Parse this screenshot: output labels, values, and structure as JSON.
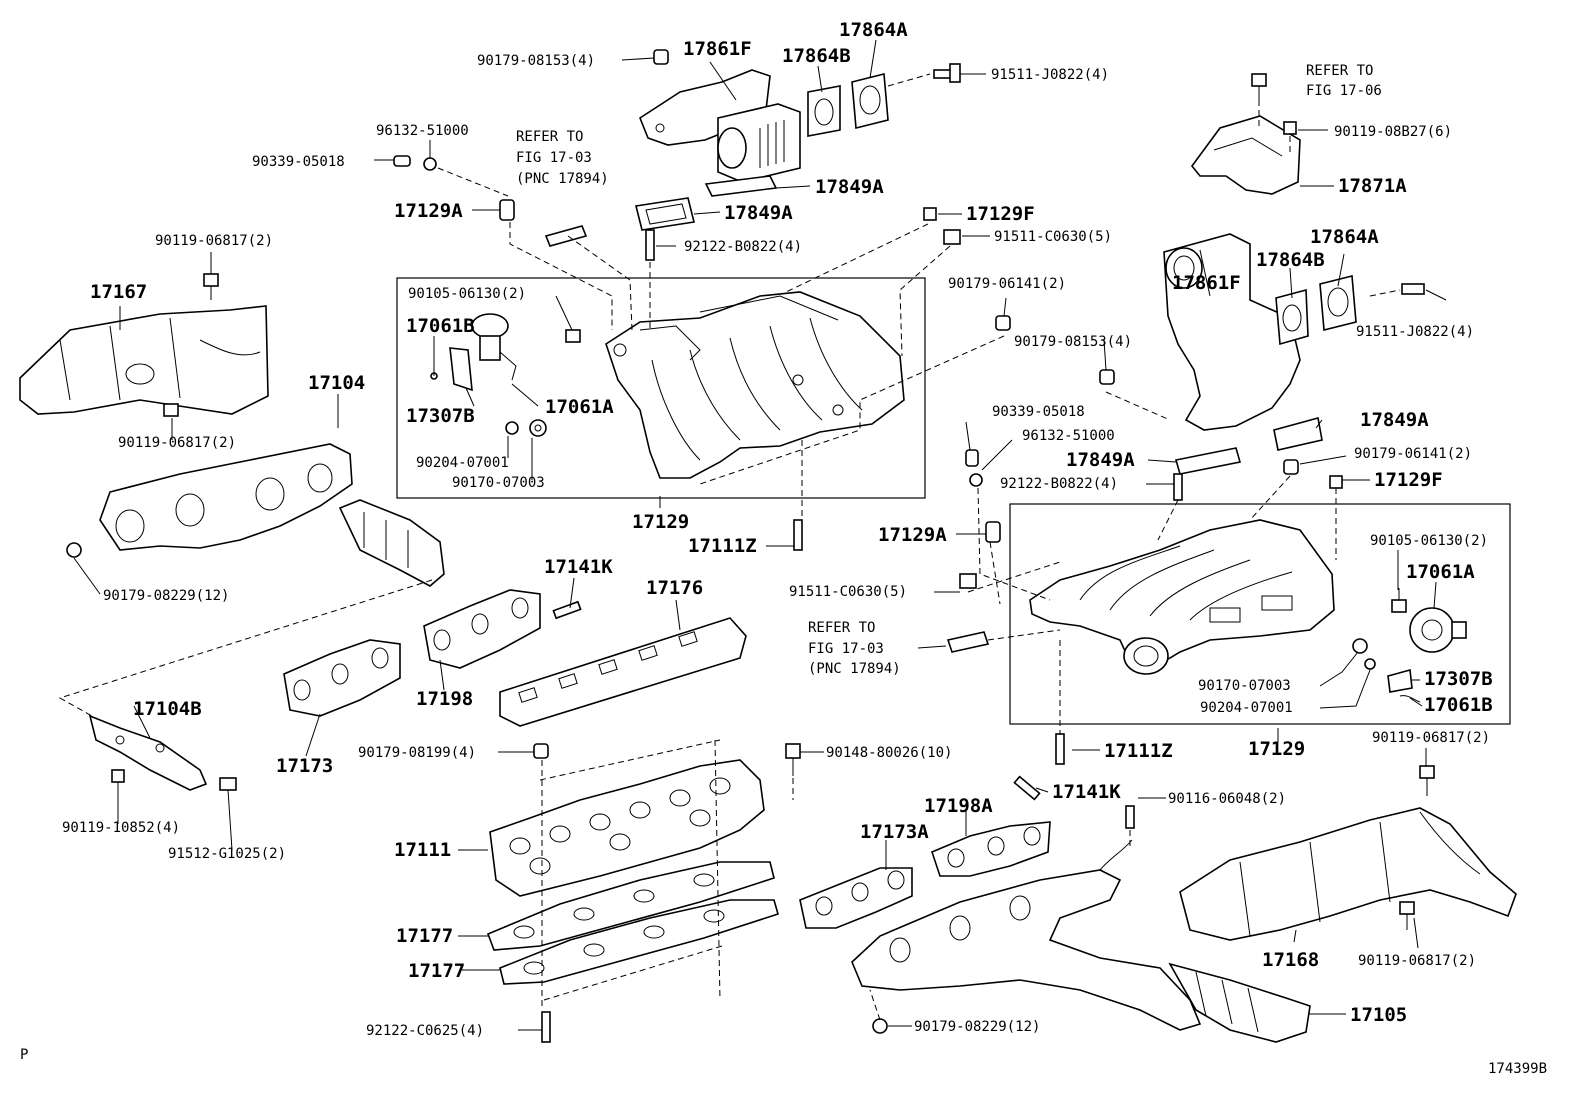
{
  "labels": {
    "l01": "90179-08153(4)",
    "l02": "17861F",
    "l03": "17864B",
    "l04": "17864A",
    "l05": "91511-J0822(4)",
    "l06": "REFER TO",
    "l07": "FIG 17-06",
    "l08": "90119-08B27(6)",
    "l09": "17871A",
    "l10": "96132-51000",
    "l11": "90339-05018",
    "l12": "REFER TO",
    "l13": "FIG 17-03",
    "l14": "(PNC 17894)",
    "l15": "17849A",
    "l16": "17849A",
    "l17": "17129A",
    "l18": "17129F",
    "l19": "91511-C0630(5)",
    "l20": "92122-B0822(4)",
    "l21": "90119-06817(2)",
    "l22": "17864A",
    "l23": "17167",
    "l24": "90105-06130(2)",
    "l25": "90179-06141(2)",
    "l26": "17861F",
    "l27": "17864B",
    "l28": "91511-J0822(4)",
    "l29": "17061B",
    "l30": "90179-08153(4)",
    "l31": "17307B",
    "l32": "17061A",
    "l33": "17104",
    "l34": "90119-06817(2)",
    "l35": "90339-05018",
    "l36": "17849A",
    "l37": "96132-51000",
    "l38": "90204-07001",
    "l39": "17849A",
    "l40": "90179-06141(2)",
    "l41": "90170-07003",
    "l42": "92122-B0822(4)",
    "l43": "17129F",
    "l44": "17129",
    "l45": "17111Z",
    "l46": "17129A",
    "l47": "90105-06130(2)",
    "l48": "90179-08229(12)",
    "l49": "17141K",
    "l50": "17176",
    "l51": "91511-C0630(5)",
    "l52": "17061A",
    "l53": "REFER TO",
    "l54": "FIG 17-03",
    "l55": "(PNC 17894)",
    "l56": "17198",
    "l57": "17104B",
    "l58": "90170-07003",
    "l59": "17307B",
    "l60": "90204-07001",
    "l61": "17061B",
    "l62": "17173",
    "l63": "90179-08199(4)",
    "l64": "90148-80026(10)",
    "l65": "17111Z",
    "l66": "17129",
    "l67": "90119-06817(2)",
    "l68": "90119-10852(4)",
    "l69": "91512-G1025(2)",
    "l70": "17141K",
    "l71": "17198A",
    "l72": "90116-06048(2)",
    "l73": "17173A",
    "l74": "17111",
    "l75": "17177",
    "l76": "17177",
    "l77": "17168",
    "l78": "90119-06817(2)",
    "l79": "17105",
    "l80": "92122-C0625(4)",
    "l81": "90179-08229(12)",
    "l82": "P",
    "l83": "174399B"
  }
}
